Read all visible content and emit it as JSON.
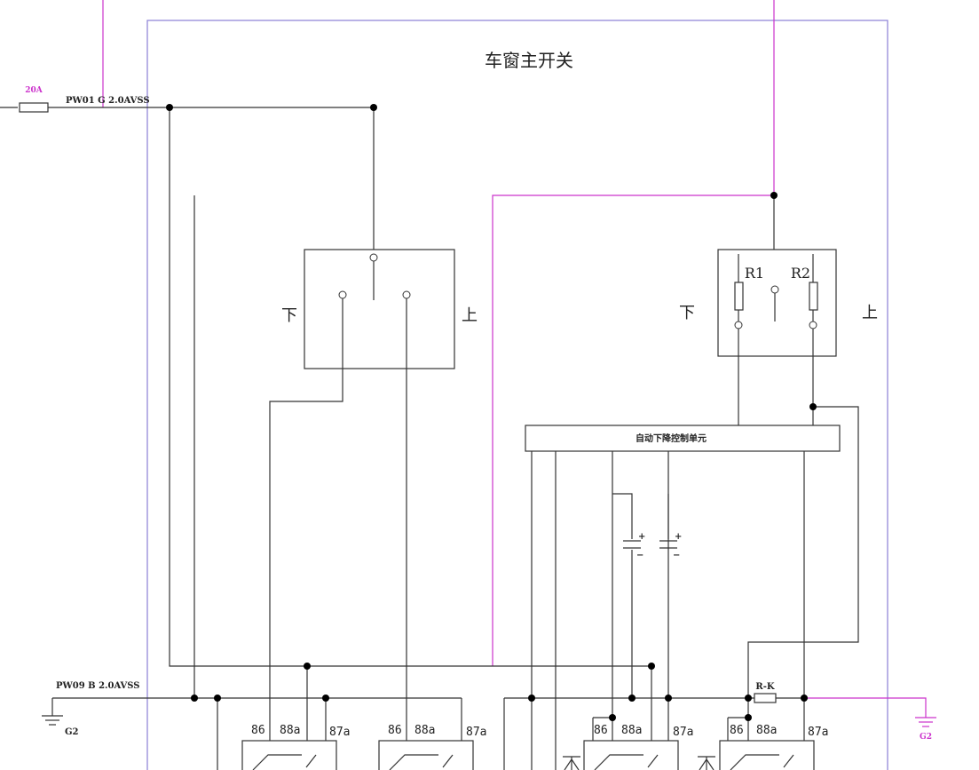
{
  "title": "车窗主开关",
  "fuse_label": "20A",
  "wire_top": "PW01 G 2.0AVSS",
  "wire_bottom": "PW09 B 2.0AVSS",
  "ground_left": "G2",
  "ground_right": "G2",
  "switch_left": {
    "down": "下",
    "up": "上"
  },
  "switch_right": {
    "down": "下",
    "up": "上",
    "r1": "R1",
    "r2": "R2"
  },
  "control_unit": "自动下降控制单元",
  "resistor_label": "R-K",
  "cap_plus": "+",
  "cap_minus": "−",
  "relays": [
    {
      "pins": [
        "86",
        "88a",
        "87a"
      ]
    },
    {
      "pins": [
        "86",
        "88a",
        "87a"
      ]
    },
    {
      "pins": [
        "86",
        "88a",
        "87a"
      ]
    },
    {
      "pins": [
        "86",
        "88a",
        "87a"
      ]
    }
  ],
  "colors": {
    "wire": "#333333",
    "pink_wire": "#cc33cc",
    "frame": "#8a7fd6"
  }
}
